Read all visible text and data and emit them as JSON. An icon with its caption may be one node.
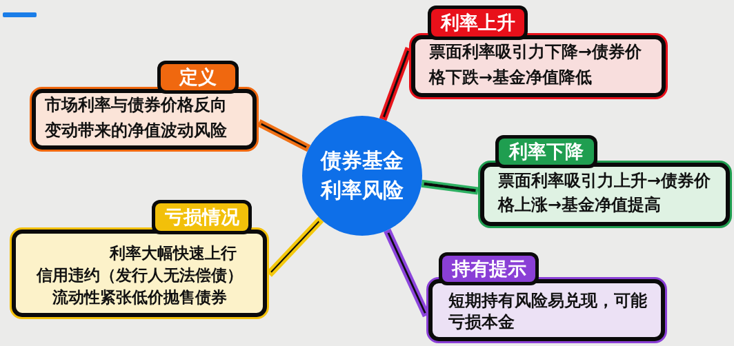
{
  "diagram": {
    "nodes": [
      {
        "text": [
          "债券基金利率风险"
        ]
      },
      {
        "text": [
          "定义",
          "市场利率与债券价格反向变动带来的净值波动风险"
        ]
      },
      {
        "text": [
          "利率上升",
          "票面利率吸引力下降→债券价格下跌→基金净值降低"
        ]
      },
      {
        "text": [
          "利率下降",
          "票面利率吸引力上升→债券价格上涨→基金净值提高"
        ]
      },
      {
        "text": [
          "亏损情况",
          "利率大幅快速上行",
          "信用违约（发行人无法偿债）",
          "流动性紧张低价抛售债券"
        ]
      },
      {
        "text": [
          "持有提示",
          "短期持有风险易兑现，可能亏损本金"
        ]
      }
    ],
    "edges": [
      {
        "from": 0,
        "to": 1,
        "arrow": "none",
        "color": "#f07012"
      },
      {
        "from": 0,
        "to": 2,
        "arrow": "none",
        "color": "#e8141c"
      },
      {
        "from": 0,
        "to": 3,
        "arrow": "none",
        "color": "#2fb164"
      },
      {
        "from": 0,
        "to": 4,
        "arrow": "none",
        "color": "#f3c80c"
      },
      {
        "from": 0,
        "to": 5,
        "arrow": "none",
        "color": "#8c44dc"
      }
    ]
  }
}
